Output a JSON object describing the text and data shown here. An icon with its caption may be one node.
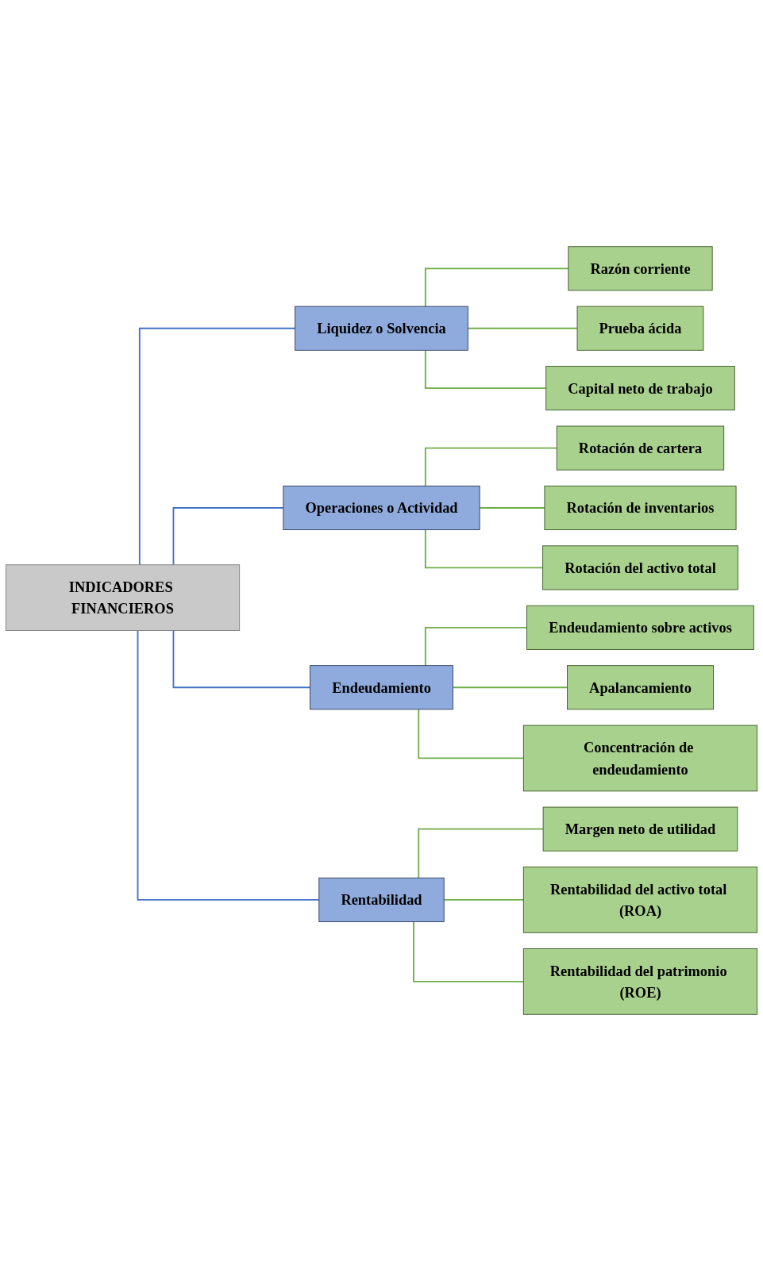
{
  "diagram": {
    "nodes": [
      {
        "text": [
          "INDICADORES FINANCIEROS"
        ]
      },
      {
        "text": [
          "Liquidez o Solvencia"
        ]
      },
      {
        "text": [
          "Razón corriente"
        ]
      },
      {
        "text": [
          "Prueba ácida"
        ]
      },
      {
        "text": [
          "Capital neto de trabajo"
        ]
      },
      {
        "text": [
          "Operaciones o Actividad"
        ]
      },
      {
        "text": [
          "Rotación de cartera"
        ]
      },
      {
        "text": [
          "Rotación de inventarios"
        ]
      },
      {
        "text": [
          "Rotación del activo total"
        ]
      },
      {
        "text": [
          "Endeudamiento"
        ]
      },
      {
        "text": [
          "Endeudamiento sobre activos"
        ]
      },
      {
        "text": [
          "Apalancamiento"
        ]
      },
      {
        "text": [
          "Concentración de endeudamiento"
        ]
      },
      {
        "text": [
          "Rentabilidad"
        ]
      },
      {
        "text": [
          "Margen neto de utilidad"
        ]
      },
      {
        "text": [
          "Rentabilidad del activo total (ROA)"
        ]
      },
      {
        "text": [
          "Rentabilidad del patrimonio (ROE)"
        ]
      }
    ],
    "edges": [
      {
        "from": 0,
        "to": 1,
        "arrow": "none",
        "color": "#4472c4"
      },
      {
        "from": 0,
        "to": 5,
        "arrow": "none",
        "color": "#4472c4"
      },
      {
        "from": 0,
        "to": 9,
        "arrow": "none",
        "color": "#4472c4"
      },
      {
        "from": 0,
        "to": 13,
        "arrow": "none",
        "color": "#4472c4"
      },
      {
        "from": 1,
        "to": 2,
        "arrow": "none"
      },
      {
        "from": 1,
        "to": 3,
        "arrow": "none"
      },
      {
        "from": 1,
        "to": 4,
        "arrow": "none"
      },
      {
        "from": 5,
        "to": 6,
        "arrow": "none"
      },
      {
        "from": 5,
        "to": 7,
        "arrow": "none"
      },
      {
        "from": 5,
        "to": 8,
        "arrow": "none"
      },
      {
        "from": 9,
        "to": 10,
        "arrow": "none"
      },
      {
        "from": 9,
        "to": 11,
        "arrow": "none"
      },
      {
        "from": 9,
        "to": 12,
        "arrow": "none"
      },
      {
        "from": 13,
        "to": 14,
        "arrow": "none"
      },
      {
        "from": 13,
        "to": 15,
        "arrow": "none"
      },
      {
        "from": 13,
        "to": 16,
        "arrow": "none"
      }
    ]
  }
}
